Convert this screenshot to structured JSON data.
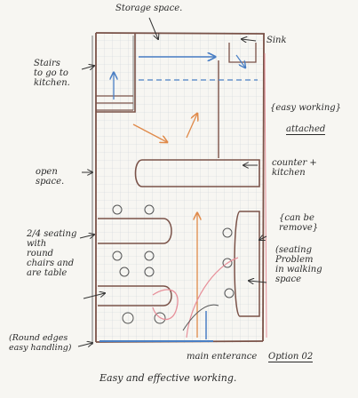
{
  "annotations": {
    "storage": "Storage space.",
    "sink": "Sink",
    "stairs": "Stairs\nto go to\nkitchen.",
    "easy_working": "{easy working}",
    "attached": "attached",
    "open_space": "open\nspace.",
    "counter_kitchen": "counter +\nkitchen",
    "seating": "2/4 seating\nwith\nround\nchairs and\nare table",
    "can_be_remove": "{can be\nremove}",
    "seating_problem": "(seating\nProblem\nin walking\nspace",
    "round_edges": "(Round edges\neasy handling)",
    "main_entrance": "main enterance",
    "option": "Option 02",
    "caption": "Easy and effective working."
  },
  "colors": {
    "wall": "#7a5248",
    "pencil": "#555555",
    "blue_arrow": "#4a7fc4",
    "orange_arrow": "#e08a4a",
    "pink": "#e7909a"
  }
}
